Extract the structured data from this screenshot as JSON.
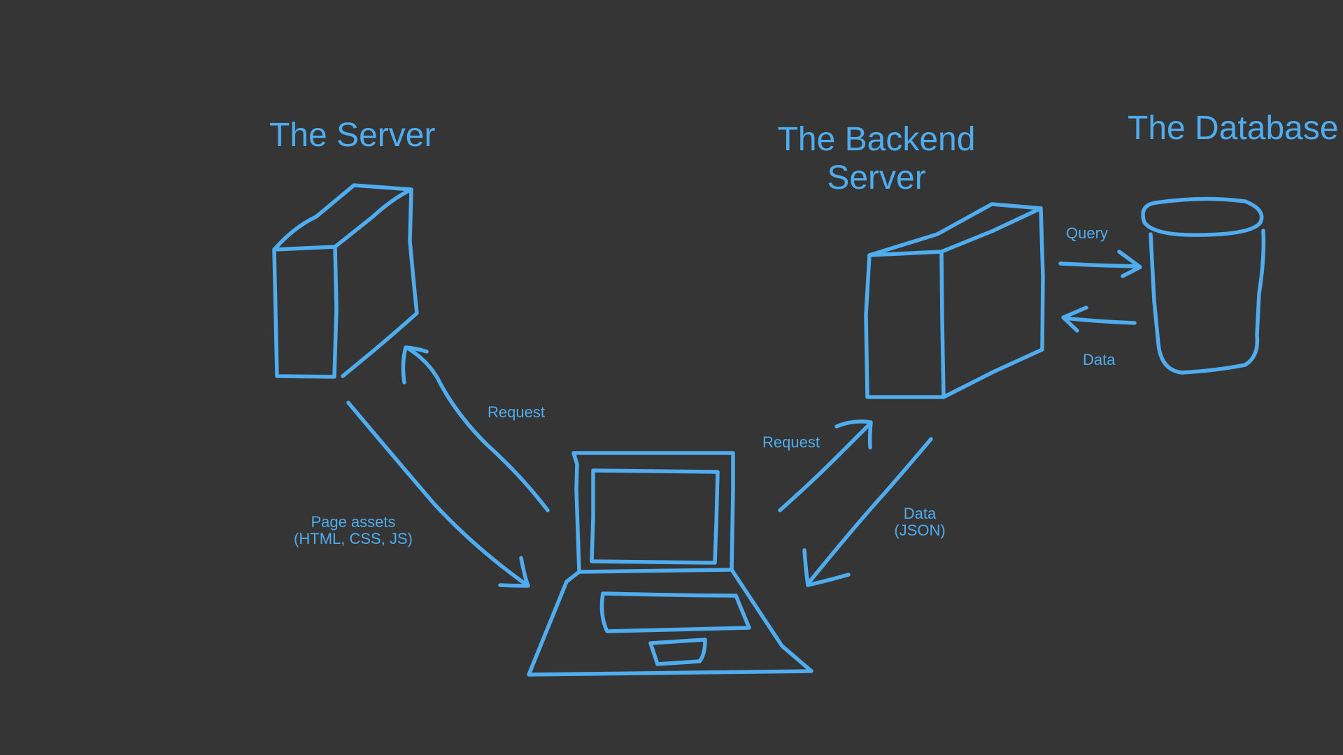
{
  "colors": {
    "background": "#353535",
    "stroke": "#4FACEE"
  },
  "titles": {
    "server": "The Server",
    "backend_line1": "The Backend",
    "backend_line2": "Server",
    "database": "The Database"
  },
  "labels": {
    "request_server": "Request",
    "page_assets_line1": "Page assets",
    "page_assets_line2": "(HTML, CSS, JS)",
    "request_backend": "Request",
    "data_json_line1": "Data",
    "data_json_line2": "(JSON)",
    "query": "Query",
    "data_db": "Data"
  },
  "icons": {
    "server": "server-box-icon",
    "backend": "backend-server-box-icon",
    "database": "database-cylinder-icon",
    "client": "laptop-icon"
  }
}
